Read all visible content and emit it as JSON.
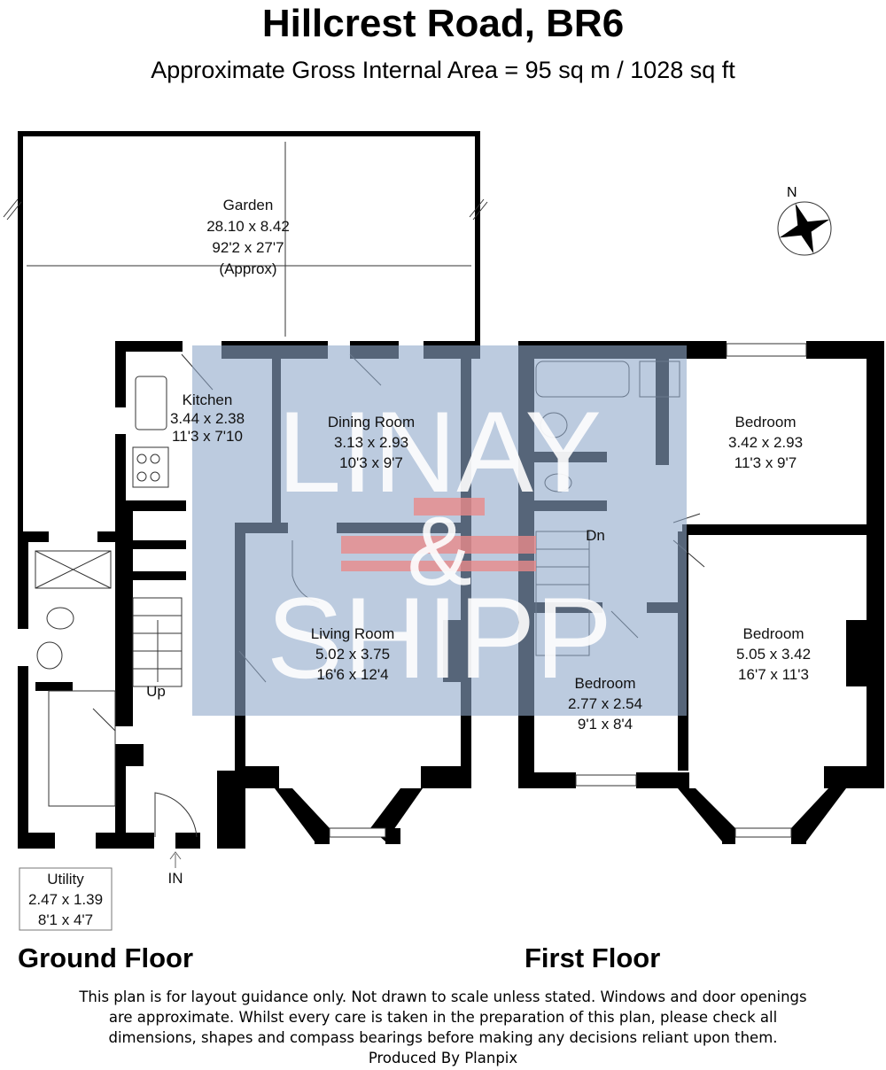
{
  "header": {
    "title": "Hillcrest Road, BR6",
    "subtitle": "Approximate Gross Internal Area = 95 sq m / 1028 sq ft"
  },
  "compass": {
    "label": "N"
  },
  "ground_floor": {
    "label": "Ground Floor",
    "rooms": [
      {
        "name": "Garden",
        "metric": "28.10 x 8.42",
        "imperial": "92'2 x 27'7",
        "note": "(Approx)"
      },
      {
        "name": "Kitchen",
        "metric": "3.44 x 2.38",
        "imperial": "11'3 x 7'10"
      },
      {
        "name": "Dining Room",
        "metric": "3.13 x 2.93",
        "imperial": "10'3 x 9'7"
      },
      {
        "name": "Living Room",
        "metric": "5.02 x 3.75",
        "imperial": "16'6 x 12'4"
      },
      {
        "name": "Utility",
        "metric": "2.47 x 1.39",
        "imperial": "8'1 x 4'7"
      }
    ],
    "stairs_label": "Up",
    "entrance_label": "IN"
  },
  "first_floor": {
    "label": "First Floor",
    "rooms": [
      {
        "name": "Bedroom",
        "metric": "3.42 x 2.93",
        "imperial": "11'3 x 9'7"
      },
      {
        "name": "Bedroom",
        "metric": "5.05 x 3.42",
        "imperial": "16'7 x 11'3"
      },
      {
        "name": "Bedroom",
        "metric": "2.77 x 2.54",
        "imperial": "9'1 x 8'4"
      }
    ],
    "stairs_label": "Dn"
  },
  "watermark": {
    "line1": "LINAY",
    "line2": "&",
    "line3": "SHIPP",
    "bg_color": "#8fa9c9",
    "accent_color": "#e88a8a"
  },
  "disclaimer": {
    "lines": [
      "This plan is for layout guidance only. Not drawn to scale unless stated. Windows and door openings",
      "are approximate. Whilst every care is taken in the preparation of this plan, please check all",
      "dimensions, shapes and compass bearings before making any decisions reliant upon them.",
      "Produced By Planpix"
    ]
  }
}
